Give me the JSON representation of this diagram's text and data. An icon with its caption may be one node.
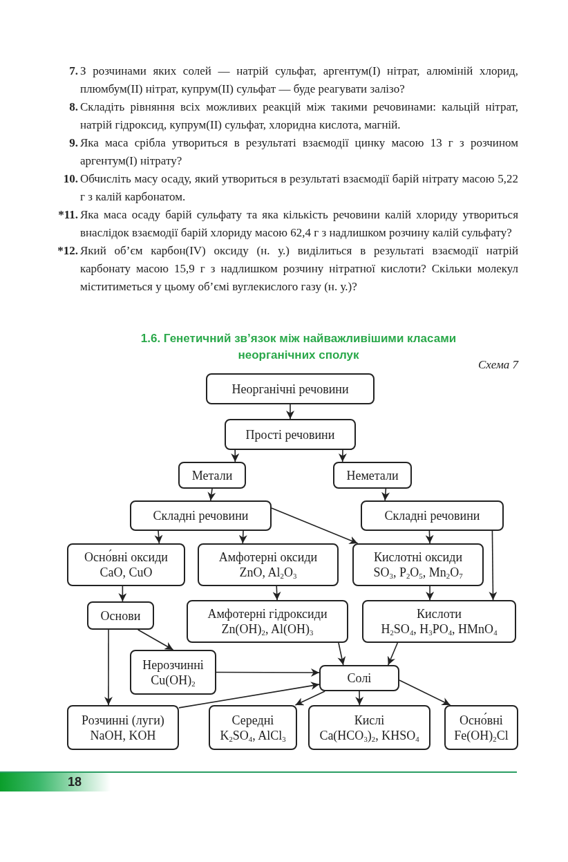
{
  "diagram": {
    "title": "1.6. Генетичний зв’язок між найважливішими класами неорганічних сполук",
    "nodes": [
      {
        "text": [
          "Неорганічні речовини"
        ]
      },
      {
        "text": [
          "Прості речовини"
        ]
      },
      {
        "text": [
          "Метали"
        ]
      },
      {
        "text": [
          "Неметали"
        ]
      },
      {
        "text": [
          "Складні речовини"
        ]
      },
      {
        "text": [
          "Складні речовини"
        ]
      },
      {
        "text": [
          "Осно́вні оксиди",
          "CaO, CuO"
        ]
      },
      {
        "text": [
          "Амфотерні оксиди",
          "ZnO, Al$_{2}$O$_{3}$"
        ]
      },
      {
        "text": [
          "Кислотні оксиди",
          "SO$_{3}$, P$_{2}$O$_{5}$, Mn$_{2}$O$_{7}$"
        ]
      },
      {
        "text": [
          "Основи"
        ]
      },
      {
        "text": [
          "Амфотерні гідроксиди",
          "Zn(OH)$_{2}$, Al(OH)$_{3}$"
        ]
      },
      {
        "text": [
          "Кислоти",
          "H$_{2}$SO$_{4}$, H$_{3}$PO$_{4}$, HMnO$_{4}$"
        ]
      },
      {
        "text": [
          "Нерозчинні",
          "Cu(OH)$_{2}$"
        ]
      },
      {
        "text": [
          "Солі"
        ]
      },
      {
        "text": [
          "Розчинні (луги)",
          "NaOH, KOH"
        ]
      },
      {
        "text": [
          "Середні",
          "K$_{2}$SO$_{4}$, AlCl$_{3}$"
        ]
      },
      {
        "text": [
          "Кислі",
          "Ca(HCO$_{3}$)$_{2}$, KHSO$_{4}$"
        ]
      },
      {
        "text": [
          "Осно́вні",
          "Fe(OH)$_{2}$Cl"
        ]
      }
    ],
    "edges": [
      {
        "from": 0,
        "to": 1,
        "arrow": "to"
      },
      {
        "from": 1,
        "to": 2,
        "arrow": "to"
      },
      {
        "from": 1,
        "to": 3,
        "arrow": "to"
      },
      {
        "from": 2,
        "to": 4,
        "arrow": "to"
      },
      {
        "from": 3,
        "to": 5,
        "arrow": "to"
      },
      {
        "from": 4,
        "to": 6,
        "arrow": "to"
      },
      {
        "from": 4,
        "to": 7,
        "arrow": "to"
      },
      {
        "from": 4,
        "to": 8,
        "arrow": "to"
      },
      {
        "from": 5,
        "to": 8,
        "arrow": "to"
      },
      {
        "from": 5,
        "to": 11,
        "arrow": "to"
      },
      {
        "from": 6,
        "to": 9,
        "arrow": "to"
      },
      {
        "from": 7,
        "to": 10,
        "arrow": "to"
      },
      {
        "from": 8,
        "to": 11,
        "arrow": "to"
      },
      {
        "from": 9,
        "to": 12,
        "arrow": "to"
      },
      {
        "from": 9,
        "to": 14,
        "arrow": "to"
      },
      {
        "from": 10,
        "to": 13,
        "arrow": "to"
      },
      {
        "from": 11,
        "to": 13,
        "arrow": "to"
      },
      {
        "from": 12,
        "to": 13,
        "arrow": "to"
      },
      {
        "from": 14,
        "to": 13,
        "arrow": "to"
      },
      {
        "from": 13,
        "to": 15,
        "arrow": "to"
      },
      {
        "from": 13,
        "to": 16,
        "arrow": "to"
      },
      {
        "from": 13,
        "to": 17,
        "arrow": "to"
      }
    ],
    "labels": [
      "7.",
      "З розчинами яких солей — натрій сульфат, аргентум(I) нітрат, алюміній хлорид, плюмбум(II) нітрат, купрум(II) сульфат — буде реагувати залізо?",
      "8.",
      "Складіть рівняння всіх можливих реакцій між такими речовинами: кальцій нітрат, натрій гідроксид, купрум(II) сульфат, хлоридна кислота, магній.",
      "9.",
      "Яка маса срібла утвориться в результаті взаємодії цинку масою 13 г з розчином аргентум(I) нітрату?",
      "10.",
      "Обчисліть масу осаду, який утвориться в результаті взаємодії барій нітрату масою 5,22 г з калій карбонатом.",
      "*11.",
      "Яка маса осаду барій сульфату та яка кількість речовини калій хлориду утвориться внаслідок взаємодії барій хлориду масою 62,4 г з надлишком розчину калій сульфату?",
      "*12.",
      "Який об’єм карбон(IV) оксиду (н. у.) виділиться в результаті взаємодії натрій карбонату масою 15,9 г з надлишком розчину нітратної кислоти? Скільки молекул міститиметься у цьому об’ємі вуглекислого газу (н. у.)?",
      "Схема 7",
      "18"
    ]
  }
}
